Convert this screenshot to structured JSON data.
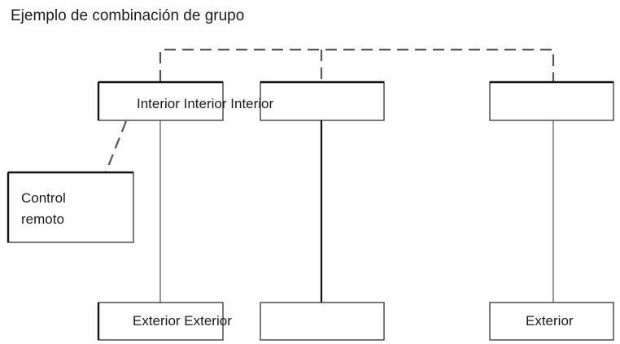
{
  "diagram": {
    "title": "Ejemplo de combinación de grupo",
    "indoor_units_label": "Interior Interior Interior",
    "remote": {
      "line1": "Control",
      "line2": "remoto"
    },
    "outdoor_units_left_label": "Exterior Exterior",
    "outdoor_unit_right_label": "Exterior"
  },
  "colors": {
    "line": "#333333",
    "dashed_line": "#555555",
    "text": "#1a1a1a"
  }
}
